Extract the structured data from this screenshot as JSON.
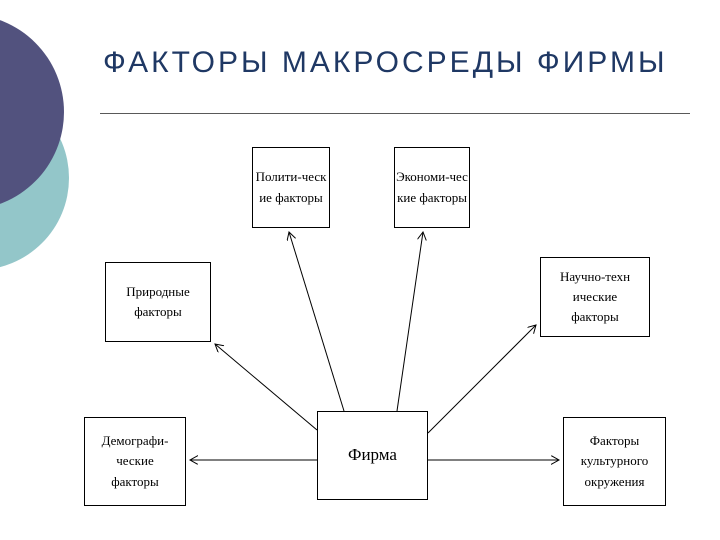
{
  "slide": {
    "title": "ФАКТОРЫ МАКРОСРЕДЫ ФИРМЫ"
  },
  "center_box": {
    "label": "Фирма"
  },
  "boxes": {
    "political": {
      "lines": [
        "Полити-ческ",
        "ие факторы"
      ]
    },
    "economic": {
      "lines": [
        "Экономи-чес",
        "кие факторы"
      ]
    },
    "natural": {
      "lines": [
        "Природные",
        "факторы"
      ]
    },
    "scientific": {
      "lines": [
        "Научно-техн",
        "ические",
        "факторы"
      ]
    },
    "demographic": {
      "lines": [
        "Демографи-",
        "ческие",
        "факторы"
      ]
    },
    "cultural": {
      "lines": [
        "Факторы",
        "культурного",
        "окружения"
      ]
    }
  },
  "colors": {
    "title_text": "#1f3864",
    "circle_dark": "#52527e",
    "circle_teal": "#93c6c9",
    "arrow": "#000000",
    "box_border": "#000000",
    "background": "#ffffff"
  }
}
